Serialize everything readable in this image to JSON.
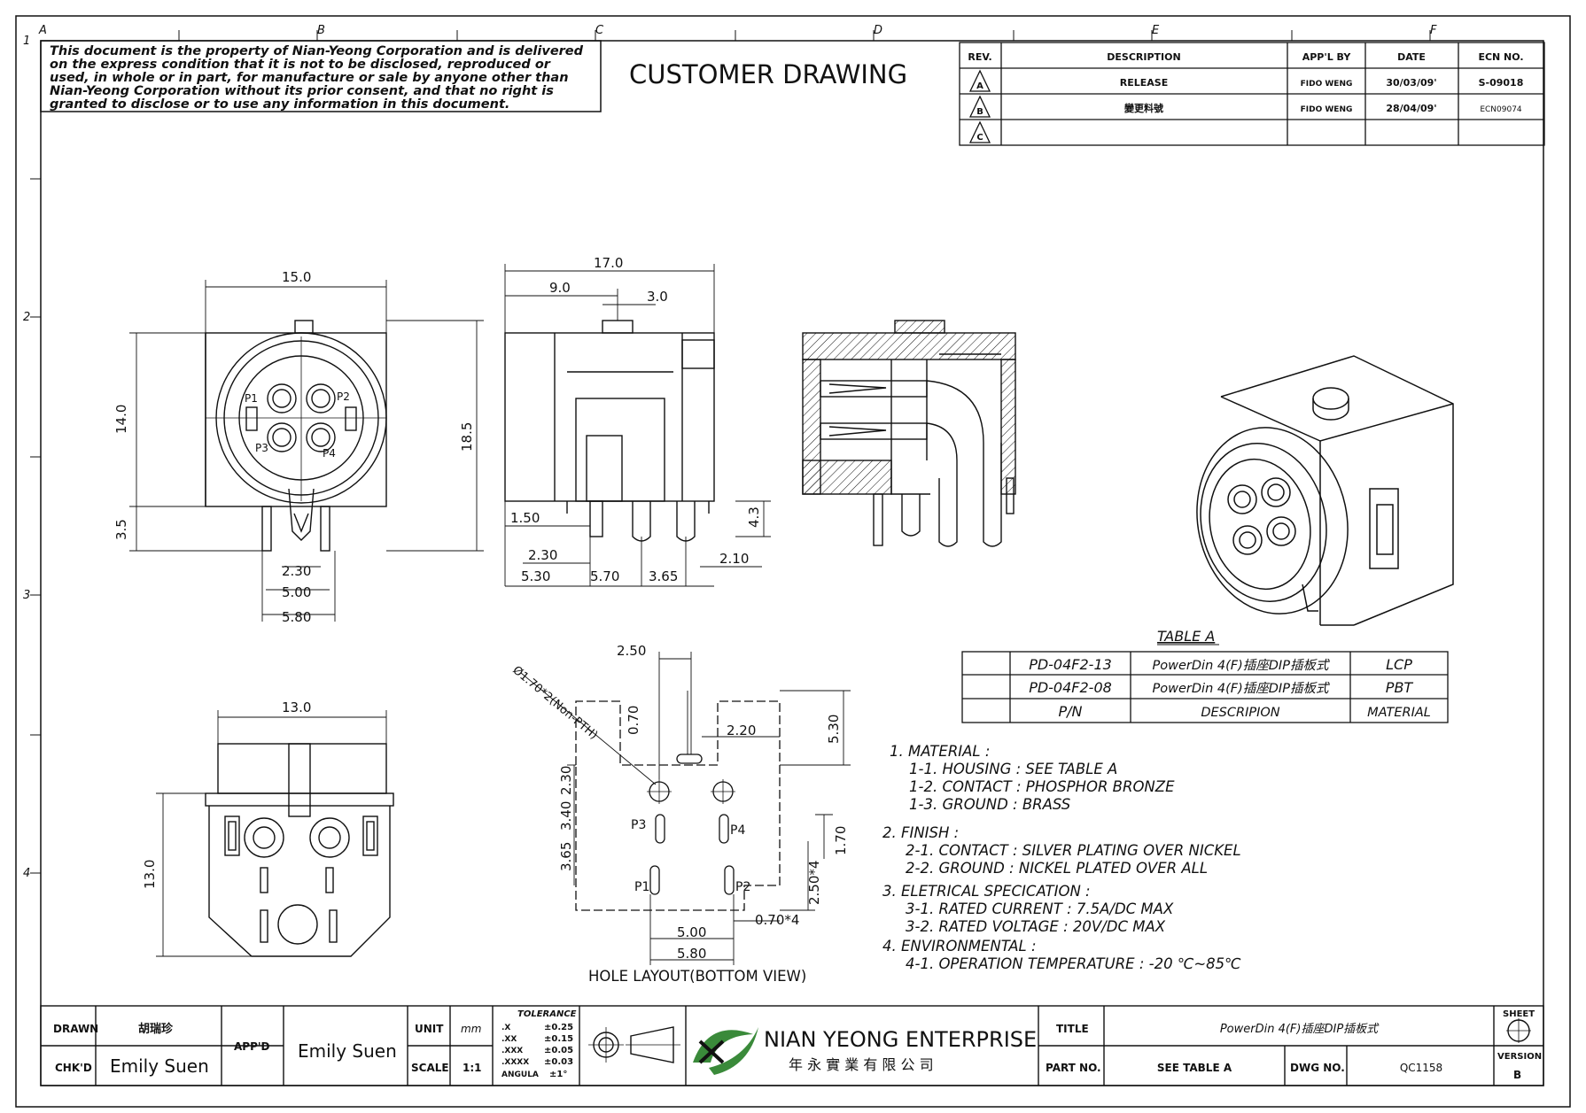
{
  "zones": {
    "cols": [
      "A",
      "B",
      "C",
      "D",
      "E",
      "F"
    ],
    "rows": [
      "1",
      "2",
      "3",
      "4"
    ]
  },
  "notice": {
    "lines": [
      "This document is the property of Nian-Yeong Corporation and is delivered",
      "on the express condition that it is not to be disclosed, reproduced or",
      "used, in whole or in part, for manufacture or sale by anyone other than",
      "Nian-Yeong Corporation without its prior consent, and that no right is",
      "granted to disclose or to use any information in this document."
    ]
  },
  "heading": "CUSTOMER DRAWING",
  "revision_table": {
    "headers": [
      "REV.",
      "DESCRIPTION",
      "APP'L BY",
      "DATE",
      "ECN NO."
    ],
    "rows": [
      {
        "rev": "A",
        "desc": "RELEASE",
        "appl": "FIDO WENG",
        "date": "30/03/09'",
        "ecn": "S-09018"
      },
      {
        "rev": "B",
        "desc": "變更料號",
        "appl": "FIDO WENG",
        "date": "28/04/09'",
        "ecn": "ECN09074"
      },
      {
        "rev": "C",
        "desc": "",
        "appl": "",
        "date": "",
        "ecn": ""
      }
    ]
  },
  "front_view": {
    "dims": [
      "15.0",
      "14.0",
      "18.5",
      "3.5",
      "2.30",
      "5.00",
      "5.80"
    ],
    "pins": [
      "P1",
      "P2",
      "P3",
      "P4"
    ]
  },
  "side_view": {
    "dims": [
      "17.0",
      "9.0",
      "3.0",
      "1.50",
      "4.3",
      "2.30",
      "5.30",
      "5.70",
      "3.65",
      "2.10"
    ]
  },
  "bottom_view": {
    "dims": [
      "13.0",
      "13.0"
    ]
  },
  "hole_layout": {
    "dims": [
      "2.50",
      "0.70",
      "2.20",
      "5.30",
      "2.30",
      "3.40",
      "3.65",
      "1.70",
      "2.50*4",
      "0.70*4",
      "5.00",
      "5.80"
    ],
    "hole_note": "Ø1.70*2(Non-PTH)",
    "pins": [
      "P3",
      "P4",
      "P1",
      "P2"
    ],
    "caption": "HOLE LAYOUT(BOTTOM VIEW)"
  },
  "table_a": {
    "title": "TABLE A",
    "rows": [
      [
        "PD-04F2-13",
        "PowerDin 4(F)插座DIP插板式",
        "LCP"
      ],
      [
        "PD-04F2-08",
        "PowerDin 4(F)插座DIP插板式",
        "PBT"
      ],
      [
        "P/N",
        "DESCRIPION",
        "MATERIAL"
      ]
    ]
  },
  "notes": [
    "1. MATERIAL :",
    "1-1. HOUSING : SEE TABLE A",
    "1-2. CONTACT : PHOSPHOR BRONZE",
    "1-3. GROUND : BRASS",
    "2. FINISH :",
    "2-1. CONTACT : SILVER PLATING OVER NICKEL",
    "2-2. GROUND : NICKEL PLATED OVER ALL",
    "3. ELETRICAL SPECICATION :",
    "3-1. RATED CURRENT : 7.5A/DC MAX",
    "3-2. RATED VOLTAGE : 20V/DC MAX",
    "4. ENVIRONMENTAL :",
    "4-1. OPERATION TEMPERATURE : -20 ℃~85℃"
  ],
  "title_block": {
    "drawn_label": "DRAWN",
    "drawn_value": "胡瑞珍",
    "chkd_label": "CHK'D",
    "chkd_value": "Emily Suen",
    "appd_label": "APP'D",
    "appd_value": "Emily Suen",
    "unit_label": "UNIT",
    "unit_value": "mm",
    "scale_label": "SCALE",
    "scale_value": "1:1",
    "tolerance_title": "TOLERANCE",
    "tolerance_rows": [
      [
        ".X",
        "±0.25"
      ],
      [
        ".XX",
        "±0.15"
      ],
      [
        ".XXX",
        "±0.05"
      ],
      [
        ".XXXX",
        "±0.03"
      ],
      [
        "ANGULA",
        "±1°"
      ]
    ],
    "company_name": "NIAN YEONG ENTERPRISE",
    "company_cn": "年 永 實 業 有 限 公 司",
    "title_label": "TITLE",
    "title_value": "PowerDin 4(F)插座DIP插板式",
    "part_label": "PART NO.",
    "part_value": "SEE TABLE A",
    "dwg_label": "DWG NO.",
    "dwg_value": "QC1158",
    "sheet_label": "SHEET",
    "version_label": "VERSION",
    "version_value": "B"
  },
  "colors": {
    "line": "#111111",
    "background": "#ffffff",
    "logo_green": "#3a8a3a"
  }
}
